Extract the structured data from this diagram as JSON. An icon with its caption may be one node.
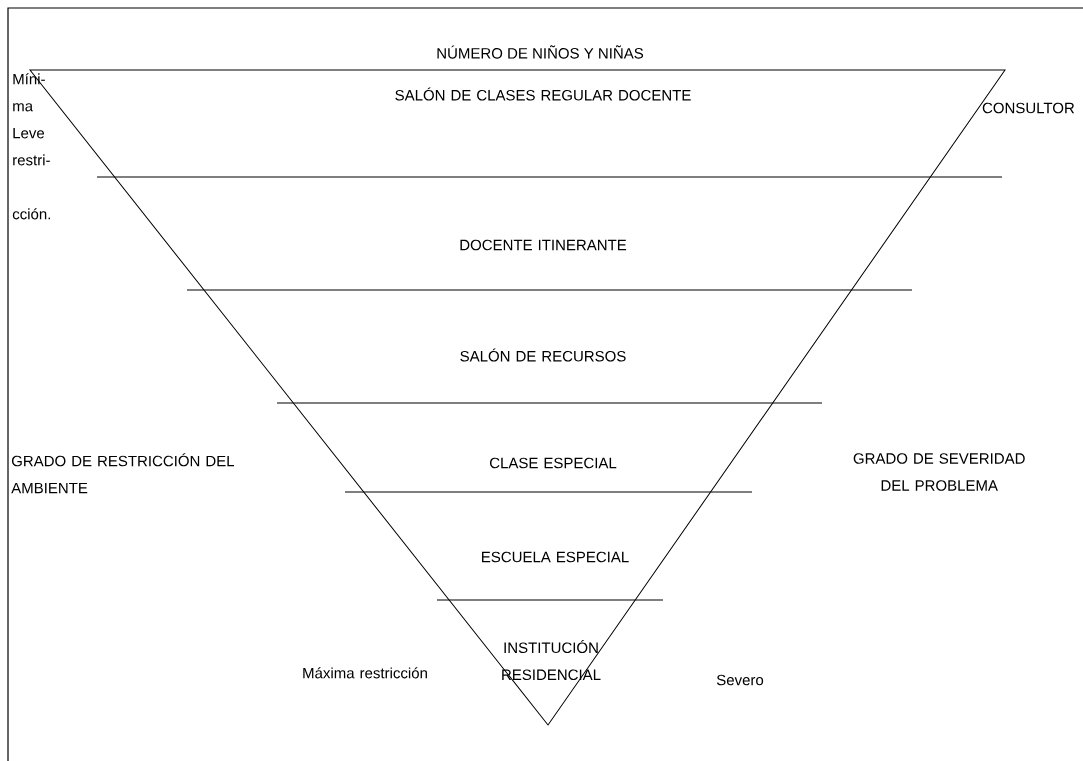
{
  "diagram": {
    "title": "NÚMERO DE NIÑOS Y NIÑAS",
    "nodes": [
      {
        "text": [
          "SALÓN DE CLASES REGULAR DOCENTE"
        ]
      },
      {
        "text": [
          "DOCENTE ITINERANTE"
        ]
      },
      {
        "text": [
          "SALÓN DE RECURSOS"
        ]
      },
      {
        "text": [
          "CLASE ESPECIAL"
        ]
      },
      {
        "text": [
          "ESCUELA ESPECIAL"
        ]
      },
      {
        "text": [
          "INSTITUCIÓN RESIDENCIAL"
        ]
      }
    ],
    "labels": [
      "Míni- ma Leve restri- cción.",
      "CONSULTOR",
      "GRADO DE RESTRICCIÓN DEL AMBIENTE",
      "GRADO DE SEVERIDAD DEL PROBLEMA",
      "Máxima restricción",
      "Severo"
    ]
  }
}
